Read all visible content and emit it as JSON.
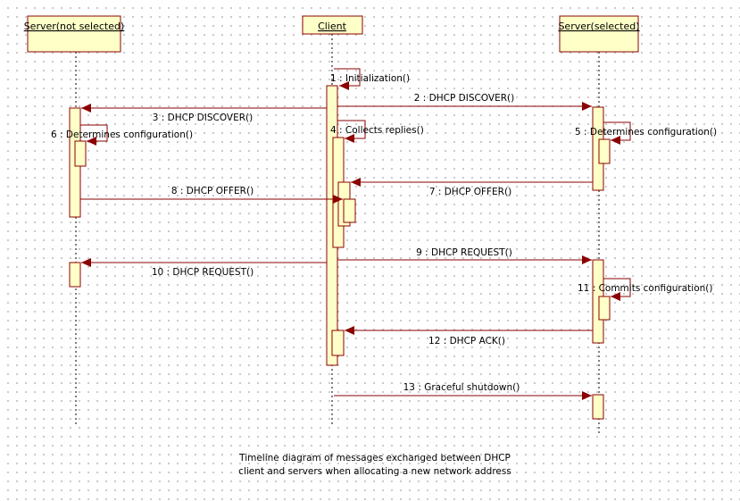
{
  "diagram": {
    "participants": [
      {
        "id": "srv_ns",
        "label": "Server(not selected)"
      },
      {
        "id": "client",
        "label": "Client"
      },
      {
        "id": "srv_s",
        "label": "Server(selected)"
      }
    ],
    "messages": [
      {
        "n": 1,
        "label": "1 : Initialization()",
        "from": "client",
        "to": "client",
        "self": true
      },
      {
        "n": 2,
        "label": "2 : DHCP DISCOVER()",
        "from": "client",
        "to": "srv_s"
      },
      {
        "n": 3,
        "label": "3 : DHCP DISCOVER()",
        "from": "client",
        "to": "srv_ns"
      },
      {
        "n": 4,
        "label": "4 : Collects replies()",
        "from": "client",
        "to": "client",
        "self": true
      },
      {
        "n": 5,
        "label": "5 : Determines configuration()",
        "from": "srv_s",
        "to": "srv_s",
        "self": true
      },
      {
        "n": 6,
        "label": "6 : Determines configuration()",
        "from": "srv_ns",
        "to": "srv_ns",
        "self": true
      },
      {
        "n": 7,
        "label": "7 : DHCP OFFER()",
        "from": "srv_s",
        "to": "client"
      },
      {
        "n": 8,
        "label": "8 : DHCP OFFER()",
        "from": "srv_ns",
        "to": "client"
      },
      {
        "n": 9,
        "label": "9 : DHCP REQUEST()",
        "from": "client",
        "to": "srv_s"
      },
      {
        "n": 10,
        "label": "10 : DHCP REQUEST()",
        "from": "client",
        "to": "srv_ns"
      },
      {
        "n": 11,
        "label": "11 : Commits configuration()",
        "from": "srv_s",
        "to": "srv_s",
        "self": true
      },
      {
        "n": 12,
        "label": "12 : DHCP ACK()",
        "from": "srv_s",
        "to": "client"
      },
      {
        "n": 13,
        "label": "13 : Graceful shutdown()",
        "from": "client",
        "to": "srv_s"
      }
    ],
    "caption": [
      "Timeline diagram of messages exchanged between DHCP",
      "client and servers when allocating a new network address"
    ],
    "colors": {
      "box_fill": "#ffffc8",
      "border": "#8b0000",
      "lifeline": "#000000"
    }
  }
}
